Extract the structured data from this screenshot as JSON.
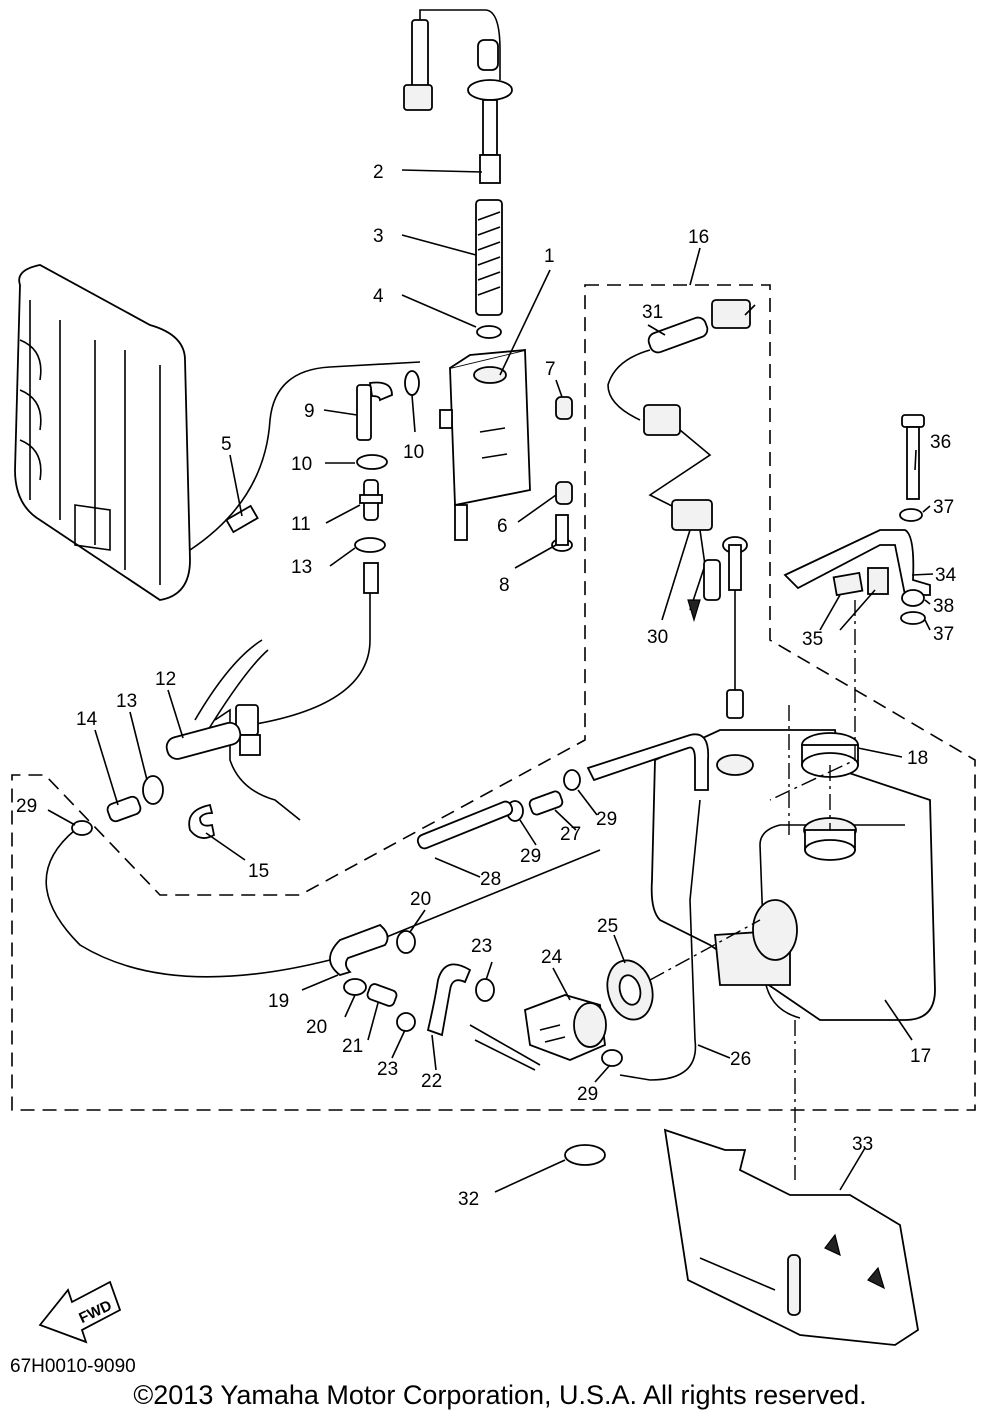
{
  "diagram": {
    "callouts": [
      "1",
      "2",
      "3",
      "4",
      "5",
      "6",
      "7",
      "8",
      "9",
      "10",
      "10",
      "11",
      "12",
      "13",
      "13",
      "14",
      "15",
      "16",
      "17",
      "18",
      "19",
      "20",
      "20",
      "21",
      "22",
      "23",
      "23",
      "24",
      "25",
      "26",
      "27",
      "28",
      "29",
      "29",
      "29",
      "29",
      "30",
      "31",
      "32",
      "33",
      "34",
      "35",
      "36",
      "37",
      "37",
      "38"
    ],
    "fwd_label": "FWD"
  },
  "footer": {
    "doc_code": "67H0010-9090",
    "copyright": "©2013 Yamaha Motor Corporation, U.S.A. All rights reserved."
  }
}
